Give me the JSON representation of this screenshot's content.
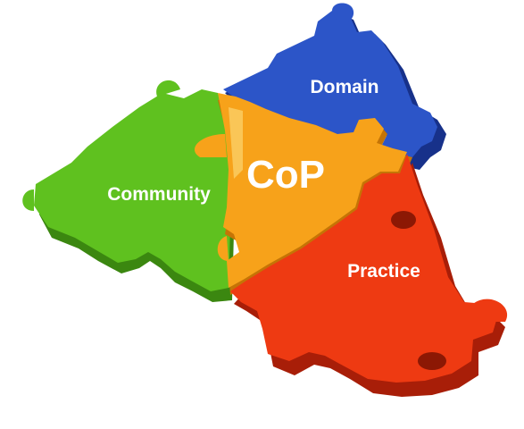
{
  "diagram": {
    "center_label": "CoP",
    "pieces": {
      "domain": {
        "label": "Domain",
        "color": "#2c55c8",
        "side": "#17318a"
      },
      "community": {
        "label": "Community",
        "color": "#5fc11f",
        "side": "#3b8710"
      },
      "practice": {
        "label": "Practice",
        "color": "#ee3a12",
        "side": "#a81e08"
      },
      "center": {
        "color": "#f7a21a",
        "side": "#c57406"
      }
    }
  }
}
